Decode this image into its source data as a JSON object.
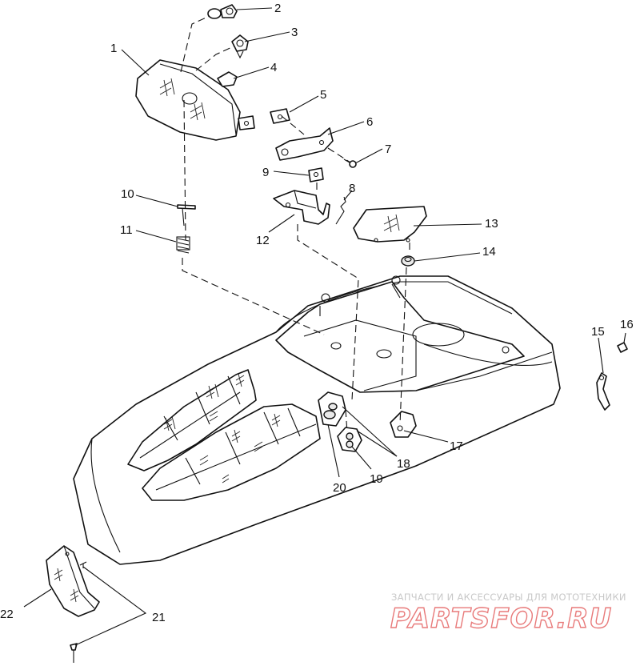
{
  "callouts": [
    "1",
    "2",
    "3",
    "4",
    "5",
    "6",
    "7",
    "8",
    "9",
    "10",
    "11",
    "12",
    "13",
    "14",
    "15",
    "16",
    "17",
    "18",
    "19",
    "20",
    "21",
    "22"
  ],
  "watermark": {
    "tagline": "ЗАПЧАСТИ И АКСЕССУАРЫ ДЛЯ МОТОТЕХНИКИ",
    "logo": "PARTSFOR.RU"
  },
  "colors": {
    "line": "#111111",
    "watermark_logo": "#e87a7a",
    "watermark_tagline": "#c8c8c8"
  }
}
